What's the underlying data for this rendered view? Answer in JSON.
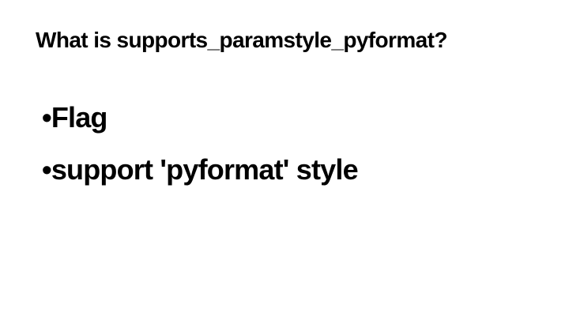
{
  "slide": {
    "title": "What is supports_paramstyle_pyformat?",
    "bullets": [
      {
        "marker": "•",
        "text": "Flag"
      },
      {
        "marker": "•",
        "text": "support 'pyformat' style"
      }
    ],
    "colors": {
      "background": "#ffffff",
      "text": "#000000"
    }
  }
}
